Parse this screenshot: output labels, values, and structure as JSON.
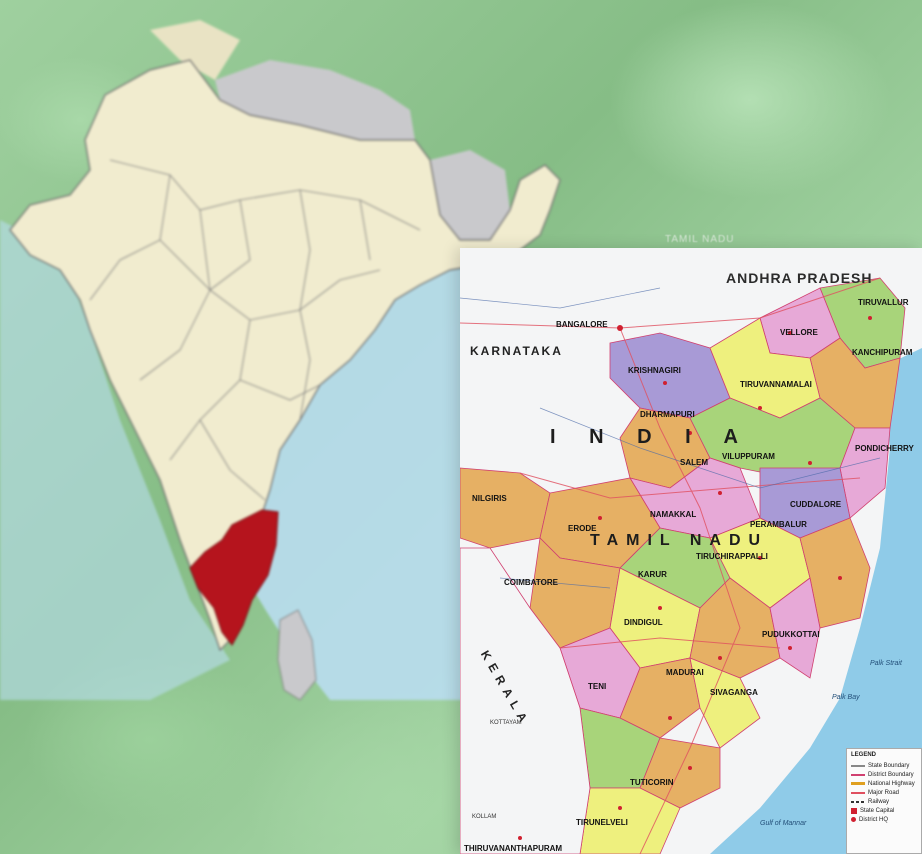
{
  "map_top_label": "TAMIL NADU",
  "labels": {
    "andhra_pradesh": "ANDHRA PRADESH",
    "karnataka": "KARNATAKA",
    "india": "I N D I A",
    "tamil_nadu": "TAMIL NADU",
    "kerala": "KERALA",
    "bangalore": "BANGALORE",
    "krishnagiri": "KRISHNAGIRI",
    "dharmapuri": "DHARMAPURI",
    "salem": "SALEM",
    "vellore": "VELLORE",
    "tiruvallur": "TIRUVALLUR",
    "kanchipuram": "KANCHIPURAM",
    "tiruvannamalai": "TIRUVANNAMALAI",
    "villupuram": "VILUPPURAM",
    "cuddalore": "CUDDALORE",
    "pondicherry": "PONDICHERRY",
    "nilgiris": "NILGIRIS",
    "erode": "ERODE",
    "namakkal": "NAMAKKAL",
    "perambalur": "PERAMBALUR",
    "tiruchirappalli": "TIRUCHIRAPPALLI",
    "karur": "KARUR",
    "coimbatore": "COIMBATORE",
    "dindigul": "DINDIGUL",
    "pudukkottai": "PUDUKKOTTAI",
    "madurai": "MADURAI",
    "theni": "TENI",
    "sivaganga": "SIVAGANGA",
    "tuticorin": "TUTICORIN",
    "tirunelveli": "TIRUNELVELI",
    "thiruvananthapuram": "THIRUVANANTHAPURAM",
    "kollam": "KOLLAM",
    "kottayam": "KOTTAYAM",
    "palk_strait": "Palk Strait",
    "gulf_of_mannar": "Gulf of Mannar",
    "palk_bay": "Palk Bay"
  },
  "legend": {
    "title": "LEGEND",
    "items": [
      "State Boundary",
      "District Boundary",
      "National Highway",
      "Major Road",
      "Railway",
      "State Capital",
      "District HQ"
    ]
  },
  "colors": {
    "highlight_state": "#b5141d",
    "land": "#f1eccf",
    "neighbor_gray": "#c9c9cc",
    "sea": "#b9ddf0",
    "sea_right": "#8fcbe8",
    "district_purple": "#a89ad6",
    "district_pink": "#e7a9d7",
    "district_yellow": "#eef07e",
    "district_orange": "#e6b064",
    "district_green": "#a8d47a"
  }
}
